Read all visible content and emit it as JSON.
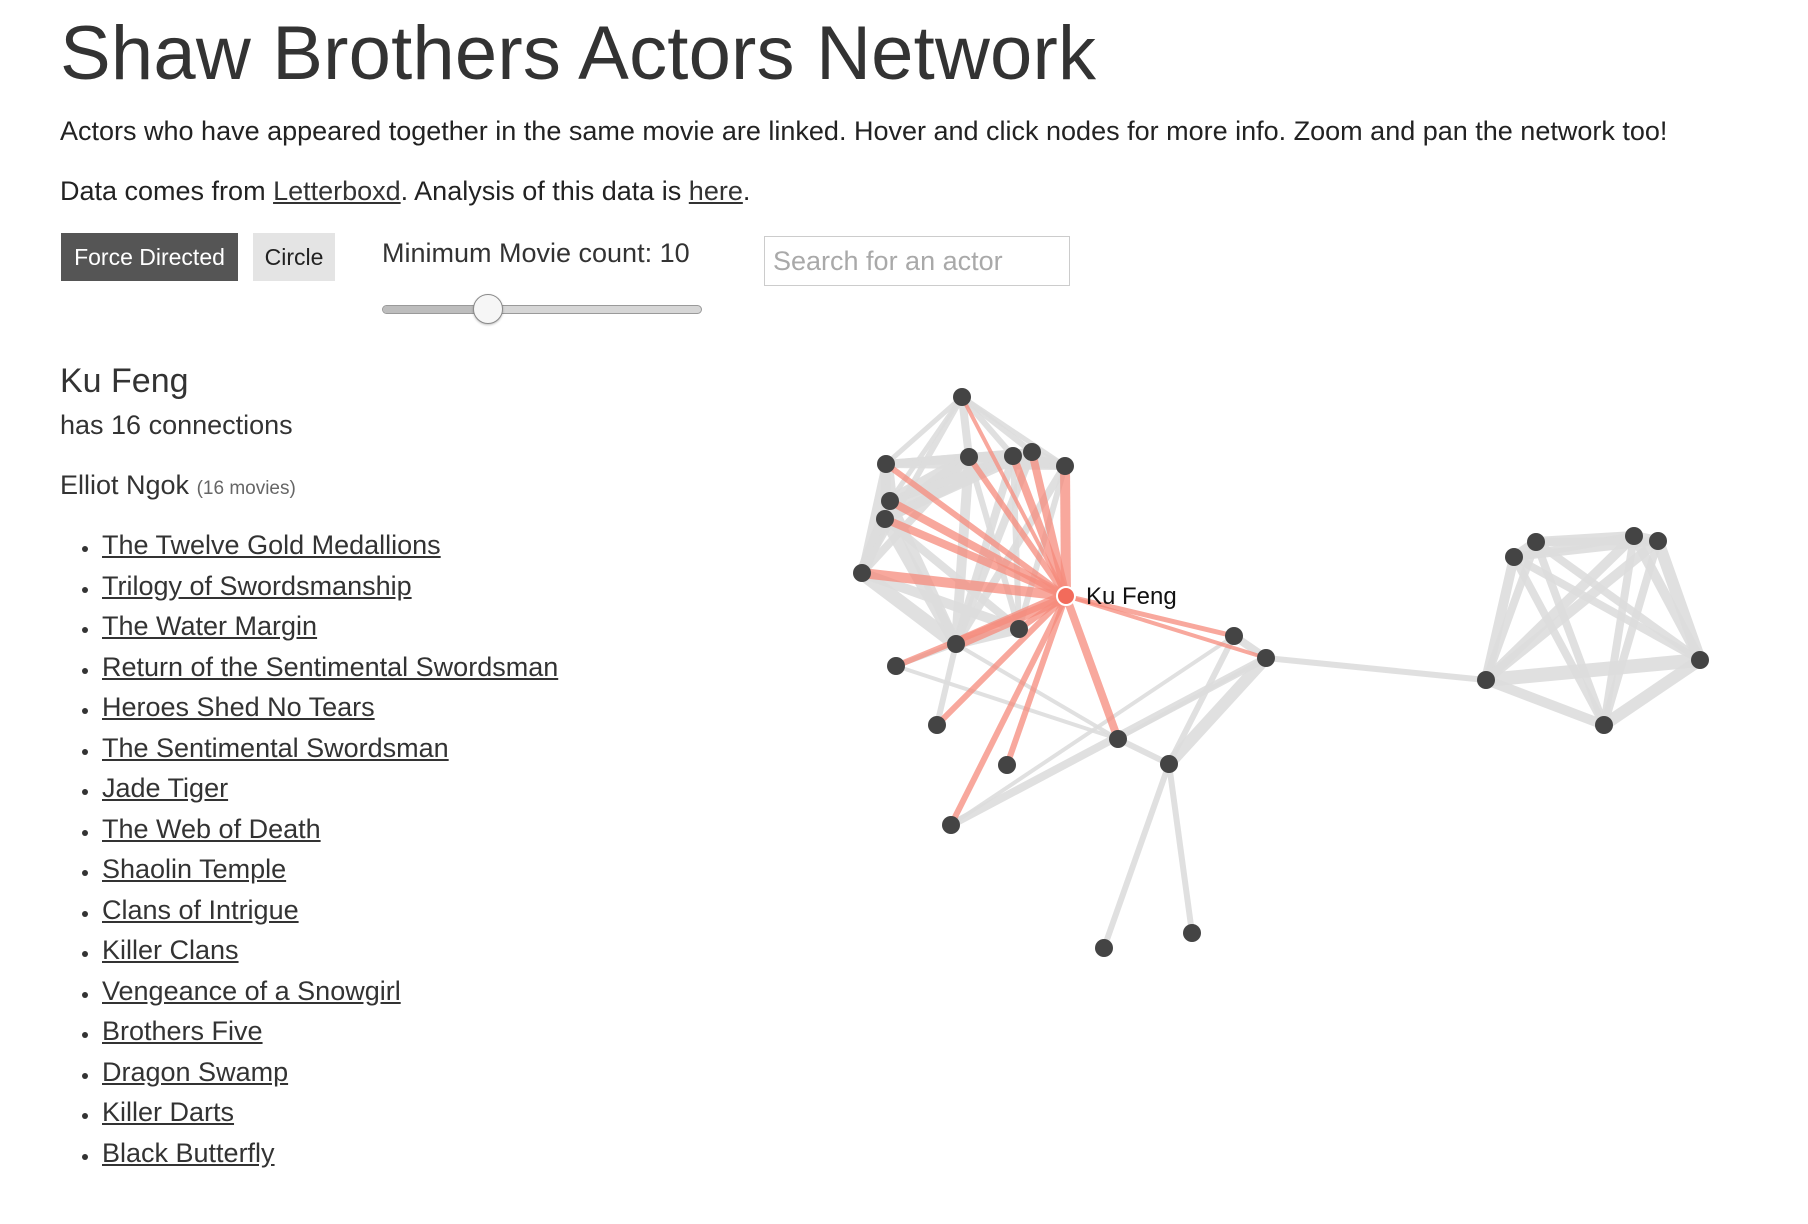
{
  "header": {
    "title": "Shaw Brothers Actors Network",
    "description": "Actors who have appeared together in the same movie are linked. Hover and click nodes for more info. Zoom and pan the network too!",
    "source_prefix": "Data comes from ",
    "source_link": "Letterboxd",
    "analysis_prefix": ". Analysis of this data is ",
    "analysis_link": "here",
    "analysis_suffix": "."
  },
  "controls": {
    "layout_buttons": {
      "force": "Force Directed",
      "circle": "Circle"
    },
    "active_layout": "Force Directed",
    "slider_label": "Minimum Movie count: 10",
    "slider_value": 10,
    "slider_fraction": 0.33,
    "search_placeholder": "Search for an actor"
  },
  "details": {
    "actor": "Ku Feng",
    "connections_text": "has 16 connections",
    "costar": "Elliot Ngok",
    "costar_count": "(16 movies)",
    "movies": [
      "The Twelve Gold Medallions",
      "Trilogy of Swordsmanship",
      "The Water Margin",
      "Return of the Sentimental Swordsman",
      "Heroes Shed No Tears",
      "The Sentimental Swordsman",
      "Jade Tiger",
      "The Web of Death",
      "Shaolin Temple",
      "Clans of Intrigue",
      "Killer Clans",
      "Vengeance of a Snowgirl",
      "Brothers Five",
      "Dragon Swamp",
      "Killer Darts",
      "Black Butterfly"
    ]
  },
  "graph": {
    "selected_label": "Ku Feng",
    "colors": {
      "node": "#444444",
      "selected_node": "#f26b5b",
      "link": "#dddddd",
      "highlight_link": "#f58b7c",
      "label": "#111111"
    }
  }
}
